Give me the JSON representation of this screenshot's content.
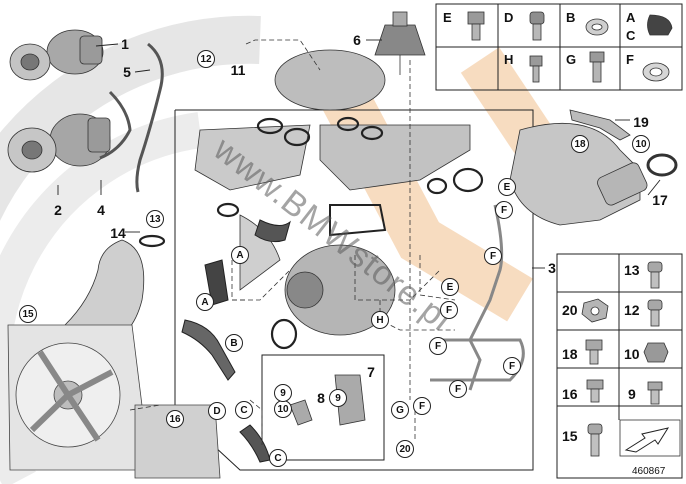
{
  "diagram": {
    "reference_number": "460867",
    "watermark": "www.BMWstore.pl",
    "part_numbers": [
      "1",
      "2",
      "3",
      "4",
      "5",
      "6",
      "7",
      "8",
      "9",
      "10",
      "11",
      "12",
      "13",
      "14",
      "15",
      "16",
      "17",
      "18",
      "19",
      "20"
    ],
    "circled_callouts": [
      "12",
      "13",
      "15",
      "16",
      "18",
      "10",
      "20",
      "A",
      "B",
      "C",
      "D",
      "E",
      "F",
      "G",
      "H"
    ],
    "hardware_legend_top": [
      "E",
      "D",
      "B",
      "A",
      "C",
      "H",
      "G",
      "F"
    ],
    "hardware_legend_right": [
      "13",
      "20",
      "12",
      "18",
      "10",
      "16",
      "9",
      "15"
    ]
  }
}
